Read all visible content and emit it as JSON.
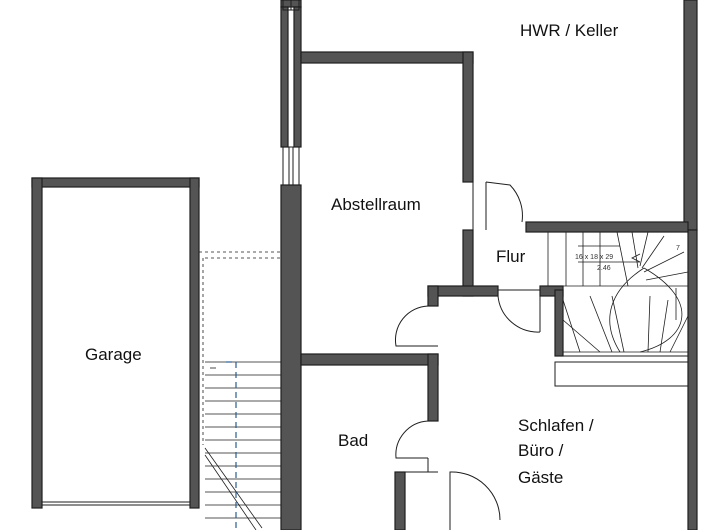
{
  "rooms": {
    "hwr": "HWR / Keller",
    "abstellraum": "Abstellraum",
    "flur": "Flur",
    "garage": "Garage",
    "bad": "Bad",
    "schlafen_1": "Schlafen /",
    "schlafen_2": "Büro /",
    "schlafen_3": "Gäste"
  },
  "stair_annotations": {
    "dimensions": "16 x 18 x 29",
    "step_count": "2.46",
    "step_number": "7"
  },
  "colors": {
    "wall": "#545454",
    "line": "#1e1e1e",
    "accent_dash": "#2a5d8f"
  }
}
